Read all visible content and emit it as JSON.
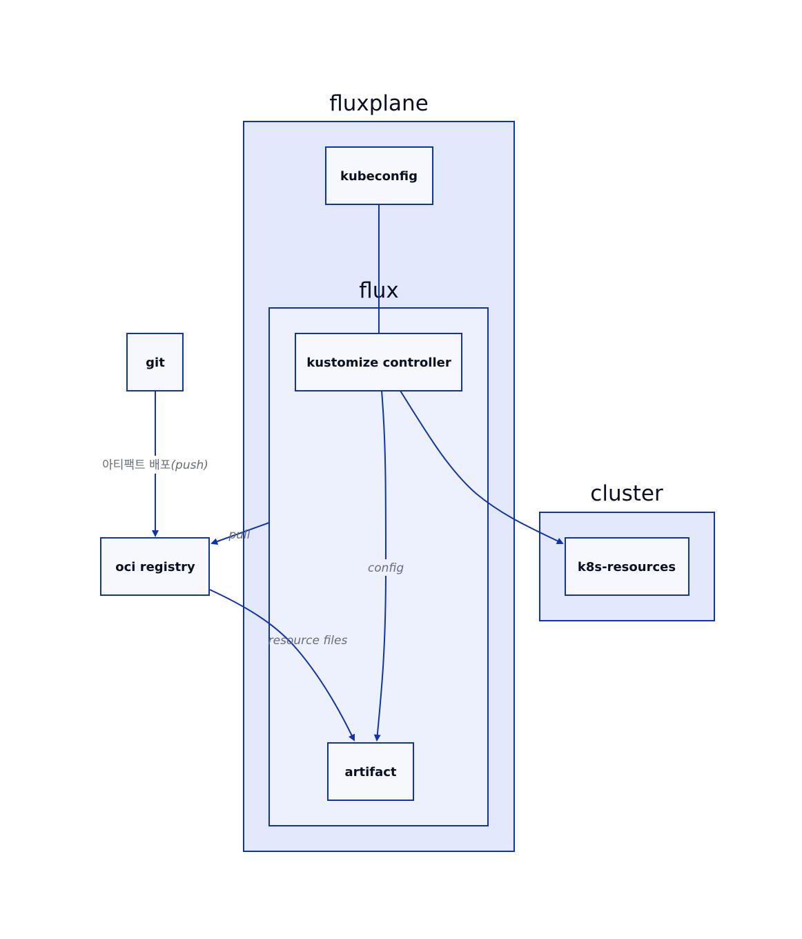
{
  "containers": {
    "fluxplane": {
      "label": "fluxplane"
    },
    "flux": {
      "label": "flux"
    },
    "cluster": {
      "label": "cluster"
    }
  },
  "nodes": {
    "kubeconfig": "kubeconfig",
    "kustomize_controller": "kustomize controller",
    "git": "git",
    "oci_registry": "oci registry",
    "artifact": "artifact",
    "k8s_resources": "k8s-resources"
  },
  "edges": {
    "git_to_oci": {
      "label_plain": "아티팩트 배포",
      "label_italic": "(push)"
    },
    "flux_to_oci": {
      "label": "pull"
    },
    "kustomize_to_artifact": {
      "label": "config"
    },
    "oci_to_artifact": {
      "label": "resource files"
    },
    "kustomize_to_k8s": {
      "label": ""
    }
  },
  "colors": {
    "stroke": "#0d32b2",
    "outer_fill": "#e3e9fd",
    "inner_fill": "#edf0fd",
    "node_fill": "#f7f8fe",
    "edge_label": "#676c7e"
  }
}
